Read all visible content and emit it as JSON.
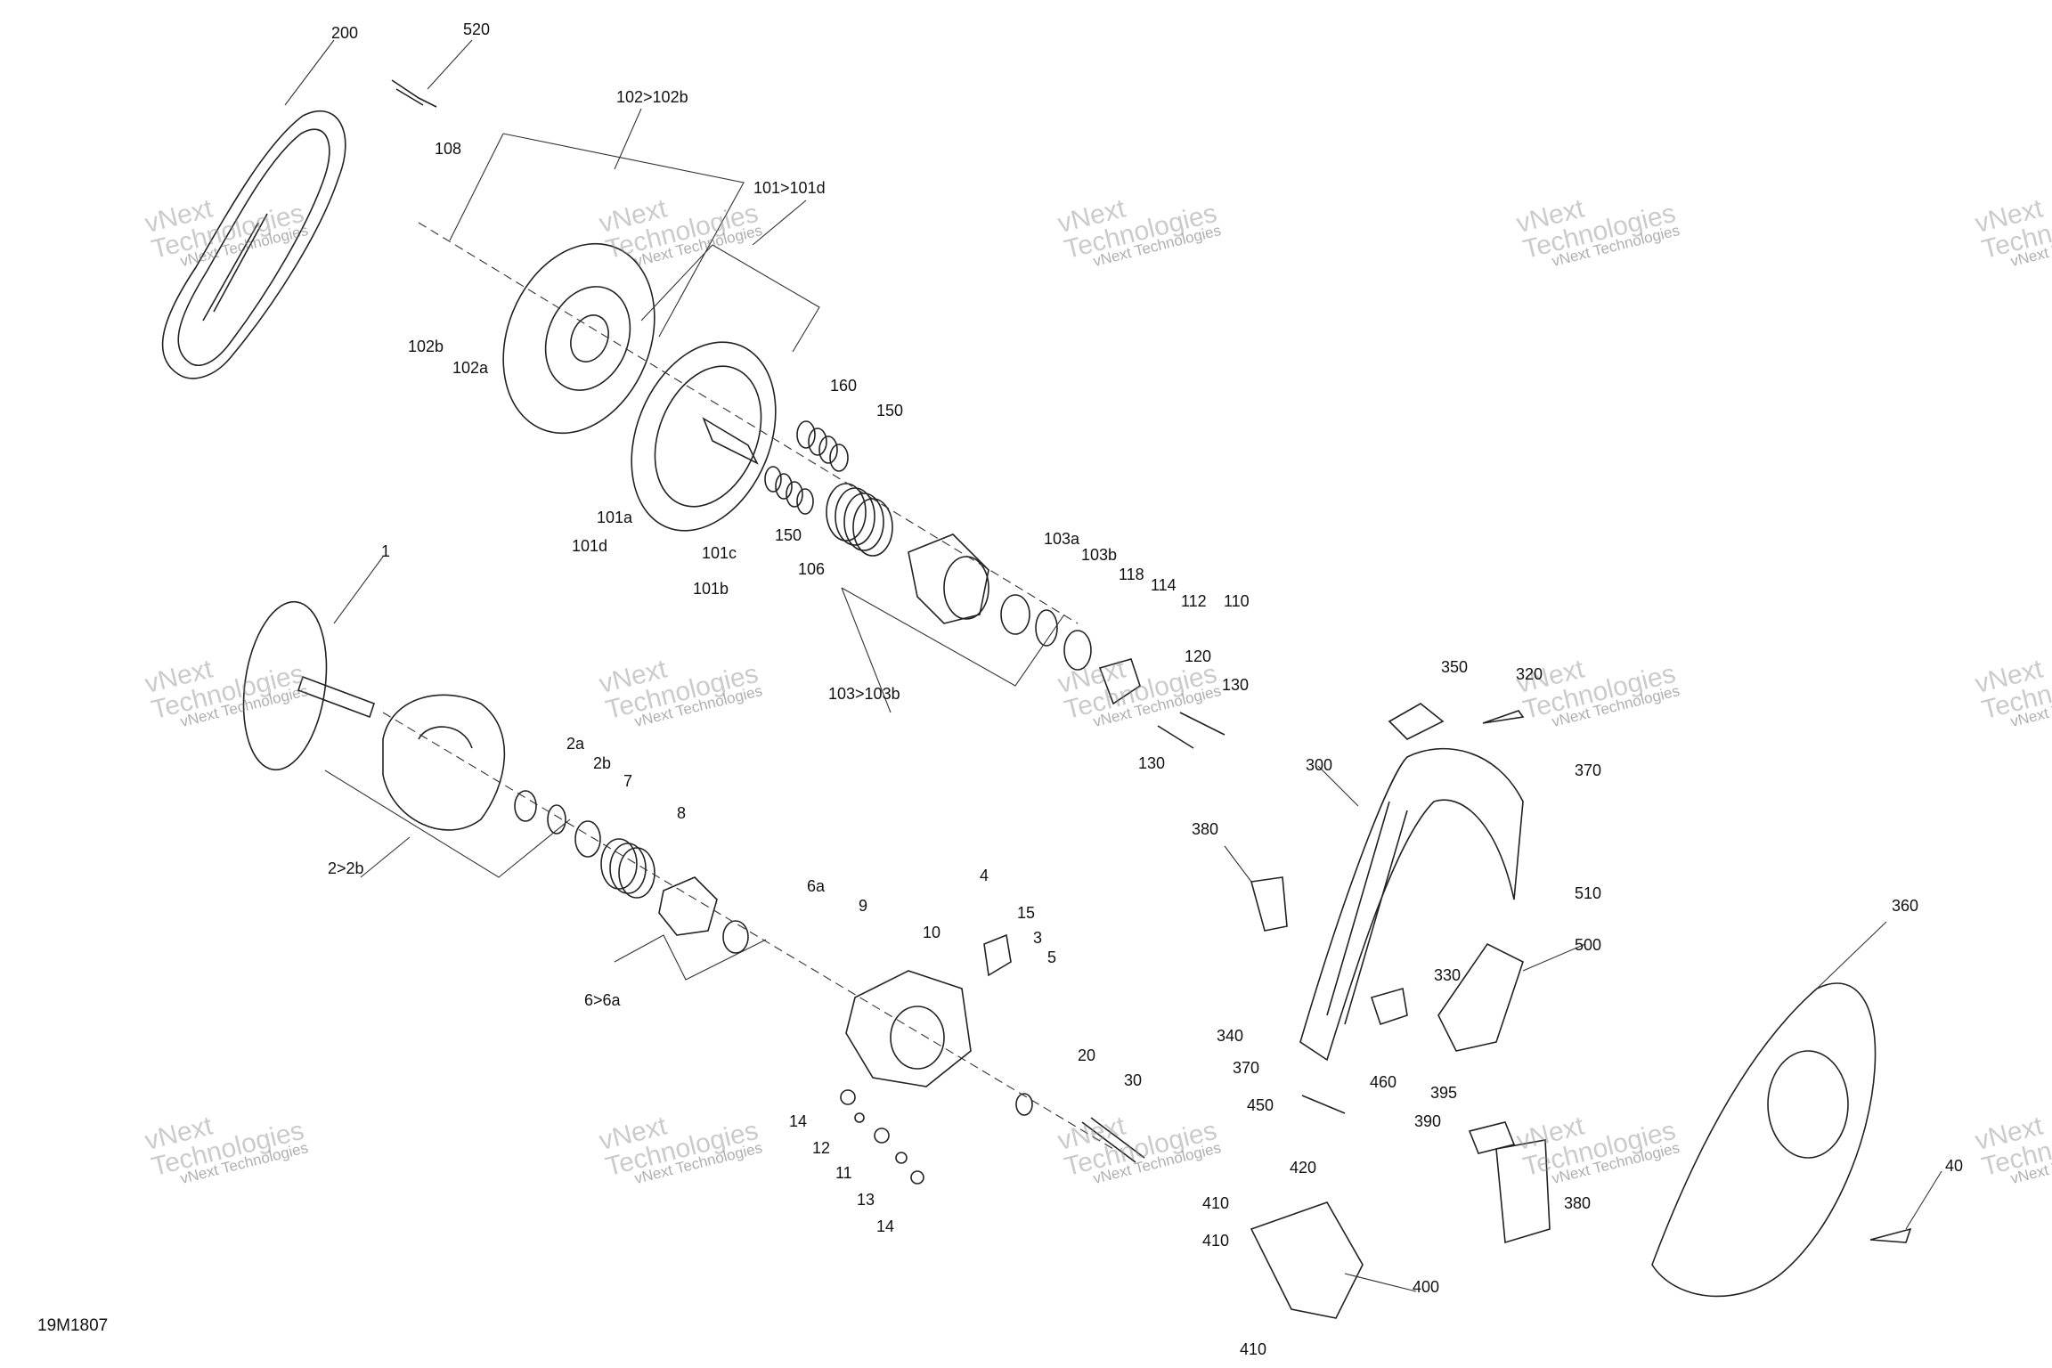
{
  "diagram": {
    "code": "19M1807",
    "watermark": {
      "line1": "vNext",
      "line2": "Technologies",
      "small": "vNext Technologies"
    },
    "callouts": [
      "200",
      "520",
      "102>102b",
      "108",
      "101>101d",
      "102b",
      "102a",
      "160",
      "150",
      "101a",
      "150",
      "106",
      "101d",
      "101c",
      "101b",
      "103a",
      "103b",
      "118",
      "114",
      "112",
      "110",
      "120",
      "130",
      "130",
      "103>103b",
      "1",
      "2a",
      "2b",
      "7",
      "8",
      "2>2b",
      "6a",
      "9",
      "10",
      "4",
      "15",
      "3",
      "5",
      "6>6a",
      "20",
      "30",
      "14",
      "12",
      "11",
      "13",
      "14",
      "350",
      "320",
      "300",
      "370",
      "380",
      "510",
      "500",
      "360",
      "330",
      "340",
      "370",
      "460",
      "450",
      "395",
      "390",
      "380",
      "40",
      "420",
      "410",
      "410",
      "400",
      "410"
    ]
  }
}
